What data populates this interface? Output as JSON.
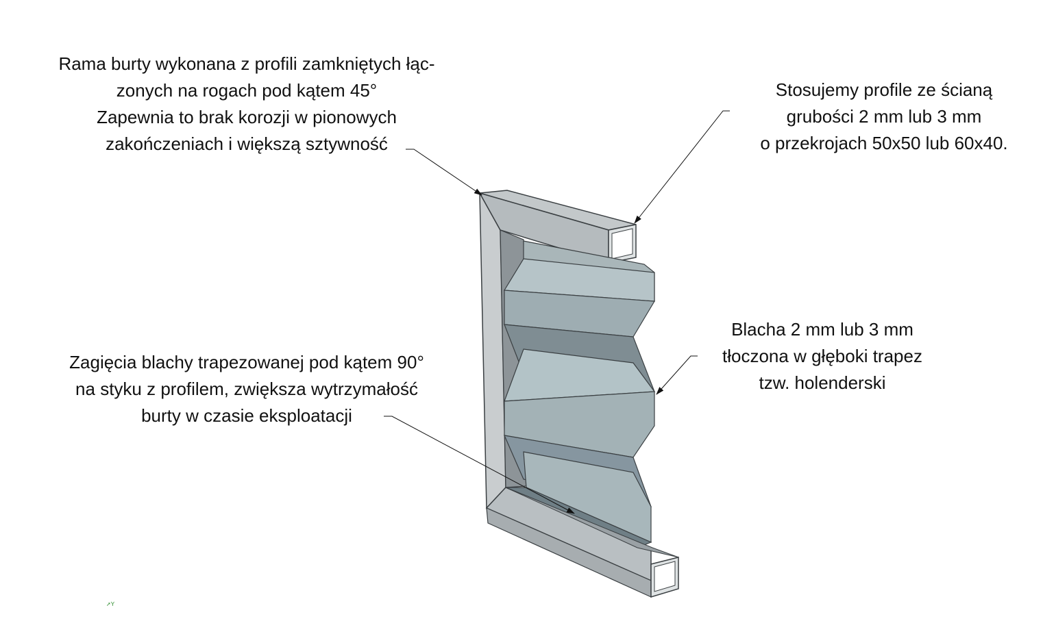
{
  "annotations": {
    "frame": {
      "lines": [
        "Rama burty wykonana z profili zamkniętych łąc-",
        "zonych na rogach pod kątem 45°",
        "Zapewnia to brak korozji w pionowych",
        "zakończeniach i większą sztywność"
      ]
    },
    "profiles": {
      "lines": [
        "Stosujemy profile ze ścianą",
        "grubości 2 mm lub 3 mm",
        "o przekrojach 50x50 lub 60x40."
      ]
    },
    "sheet": {
      "lines": [
        "Blacha 2 mm lub 3 mm",
        "tłoczona w głęboki trapez",
        "tzw. holenderski"
      ]
    },
    "bend": {
      "lines": [
        "Zagięcia blachy  trapezowanej pod kątem 90°",
        "na styku z profilem, zwiększa wytrzymałość",
        "burty w czasie eksploatacji"
      ]
    }
  },
  "axis_label": "Y",
  "colors": {
    "frame_light": "#c6cbcd",
    "frame_mid": "#aeb4b7",
    "frame_dark": "#8d9498",
    "sheet_light": "#b3c4c8",
    "sheet_mid": "#9aacb1",
    "sheet_dark": "#6f7f86",
    "outline": "#3a3f42"
  }
}
